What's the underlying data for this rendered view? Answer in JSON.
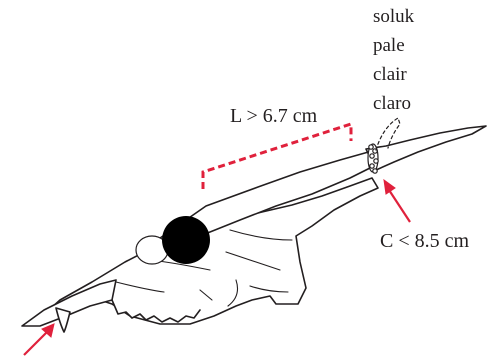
{
  "labels": {
    "color_words": [
      "soluk",
      "pale",
      "clair",
      "claro"
    ],
    "length_label": "L > 6.7 cm",
    "circumference_label": "C < 8.5 cm"
  },
  "colors": {
    "annotation": "#e0213c",
    "ink": "#231f20",
    "background": "#ffffff"
  }
}
